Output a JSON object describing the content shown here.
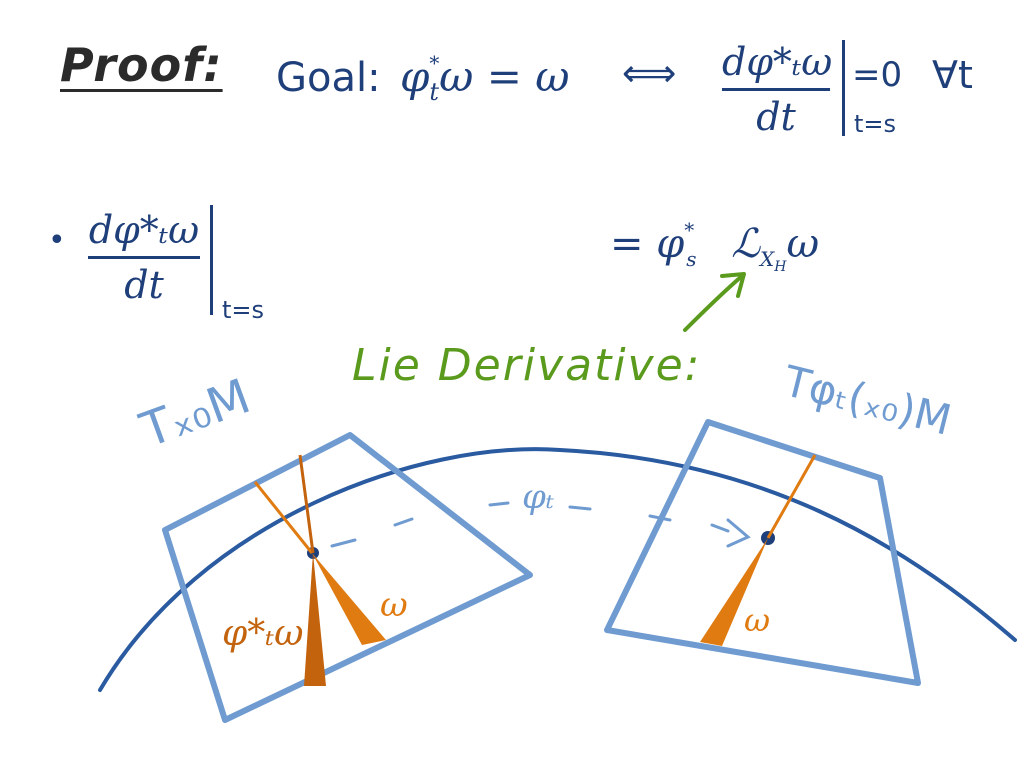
{
  "header": {
    "proof_label": "Proof:",
    "goal_label": "Goal:",
    "goal_lhs_phi": "φ",
    "goal_lhs_star": "*",
    "goal_lhs_sub": "t",
    "goal_lhs_omega": "ω",
    "goal_eq": "=",
    "goal_rhs": "ω",
    "iff": "⟺",
    "deriv_num": "dφ*ₜω",
    "deriv_den": "dt",
    "deriv_eval_value": "=0",
    "deriv_forall": "∀t",
    "deriv_sub": "t=s"
  },
  "line2": {
    "bullet": "•",
    "deriv_num": "dφ*ₜω",
    "deriv_den": "dt",
    "deriv_sub": "t=s",
    "rhs_eq": "=",
    "rhs_phi": "φ",
    "rhs_star": "*",
    "rhs_sub": "s",
    "rhs_L": "ℒ",
    "rhs_L_sub": "X",
    "rhs_L_subsub": "H",
    "rhs_omega": "ω"
  },
  "annotation": {
    "lie_derivative": "Lie Derivative:"
  },
  "diagram": {
    "left_plane_label": "Tₓ₀M",
    "right_plane_label": "Tφₜ(ₓ₀)M",
    "flow_label": "φₜ",
    "omega_left": "ω",
    "pullback_label": "φ*ₜω",
    "omega_right": "ω"
  },
  "colors": {
    "ink_blue": "#1f3f7a",
    "plane_blue": "#6f9bd1",
    "green": "#5a9a1c",
    "orange": "#e07b12",
    "dark_orange": "#c4630d"
  }
}
